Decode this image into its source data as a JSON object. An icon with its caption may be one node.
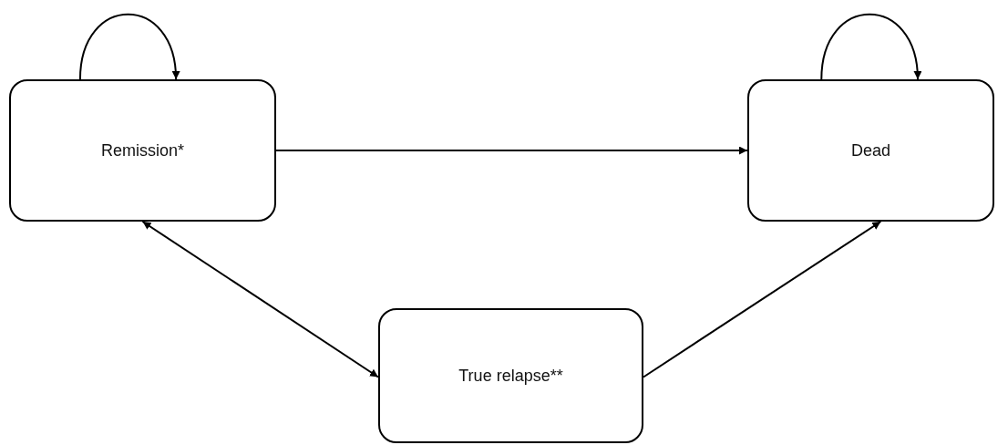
{
  "diagram": {
    "nodes": [
      {
        "text": [
          "Remission*"
        ]
      },
      {
        "text": [
          "Dead"
        ]
      },
      {
        "text": [
          "True relapse**"
        ]
      }
    ],
    "edges": [
      {
        "from": 0,
        "to": 0,
        "arrow": "to"
      },
      {
        "from": 1,
        "to": 1,
        "arrow": "to"
      },
      {
        "from": 0,
        "to": 1,
        "arrow": "to"
      },
      {
        "from": 0,
        "to": 2,
        "arrow": "both"
      },
      {
        "from": 2,
        "to": 1,
        "arrow": "to"
      }
    ]
  }
}
